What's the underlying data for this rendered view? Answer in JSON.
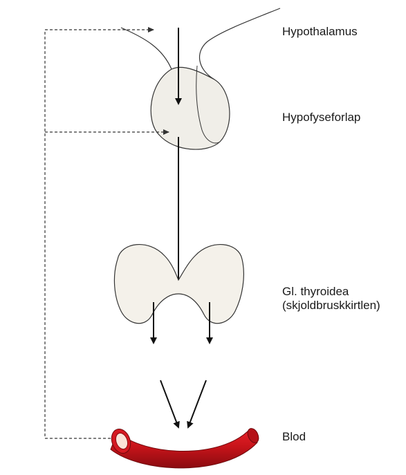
{
  "labels": {
    "hypothalamus": "Hypothalamus",
    "hypofyseforlap": "Hypofyseforlap",
    "thyroidea_line1": "Gl. thyroidea",
    "thyroidea_line2": "(skjoldbruskkirtlen)",
    "blod": "Blod"
  },
  "colors": {
    "gland_fill": "#f4f1ea",
    "outline": "#222222",
    "vessel_red": "#c8141a",
    "vessel_dark": "#7e0a0e",
    "dashed_line": "#333333"
  }
}
